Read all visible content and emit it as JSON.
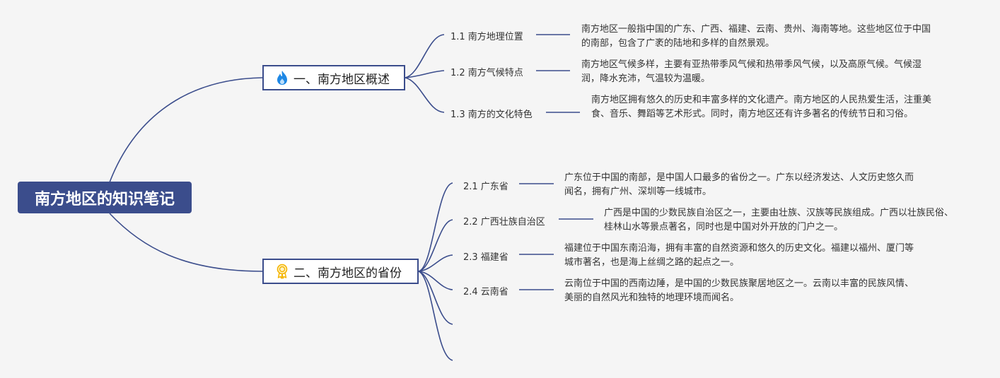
{
  "root": {
    "title": "南方地区的知识笔记"
  },
  "sections": [
    {
      "title": "一、南方地区概述",
      "icon": "fire-icon",
      "icon_color": "#1e88e5",
      "children": [
        {
          "label": "1.1 南方地理位置",
          "desc": "南方地区一般指中国的广东、广西、福建、云南、贵州、海南等地。这些地区位于中国的南部，包含了广袤的陆地和多样的自然景观。"
        },
        {
          "label": "1.2 南方气候特点",
          "desc": "南方地区气候多样，主要有亚热带季风气候和热带季风气候，以及高原气候。气候湿润，降水充沛，气温较为温暖。"
        },
        {
          "label": "1.3 南方的文化特色",
          "desc": "南方地区拥有悠久的历史和丰富多样的文化遗产。南方地区的人民热爱生活，注重美食、音乐、舞蹈等艺术形式。同时，南方地区还有许多著名的传统节日和习俗。"
        }
      ]
    },
    {
      "title": "二、南方地区的省份",
      "icon": "award-medal-icon",
      "icon_color": "#f4b400",
      "children": [
        {
          "label": "2.1 广东省",
          "desc": "广东位于中国的南部，是中国人口最多的省份之一。广东以经济发达、人文历史悠久而闻名，拥有广州、深圳等一线城市。"
        },
        {
          "label": "2.2 广西壮族自治区",
          "desc": "广西是中国的少数民族自治区之一，主要由壮族、汉族等民族组成。广西以壮族民俗、桂林山水等景点著名，同时也是中国对外开放的门户之一。"
        },
        {
          "label": "2.3 福建省",
          "desc": "福建位于中国东南沿海，拥有丰富的自然资源和悠久的历史文化。福建以福州、厦门等城市著名，也是海上丝绸之路的起点之一。"
        },
        {
          "label": "2.4 云南省",
          "desc": "云南位于中国的西南边陲，是中国的少数民族聚居地区之一。云南以丰富的民族风情、美丽的自然风光和独特的地理环境而闻名。"
        },
        {
          "label": "",
          "desc": ""
        },
        {
          "label": "",
          "desc": ""
        }
      ]
    }
  ],
  "colors": {
    "line": "#3b4d8c",
    "root_bg": "#3b4d8c",
    "background": "#f5f5f5"
  }
}
